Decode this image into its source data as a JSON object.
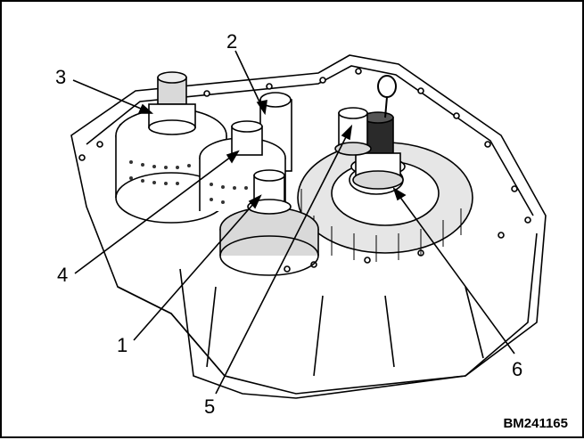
{
  "callouts": {
    "c1": "1",
    "c2": "2",
    "c3": "3",
    "c4": "4",
    "c5": "5",
    "c6": "6"
  },
  "figure_code": "BM241165",
  "colors": {
    "line": "#000000",
    "fill": "#ffffff",
    "shade": "#d9d9d9",
    "dark": "#2a2a2a"
  }
}
